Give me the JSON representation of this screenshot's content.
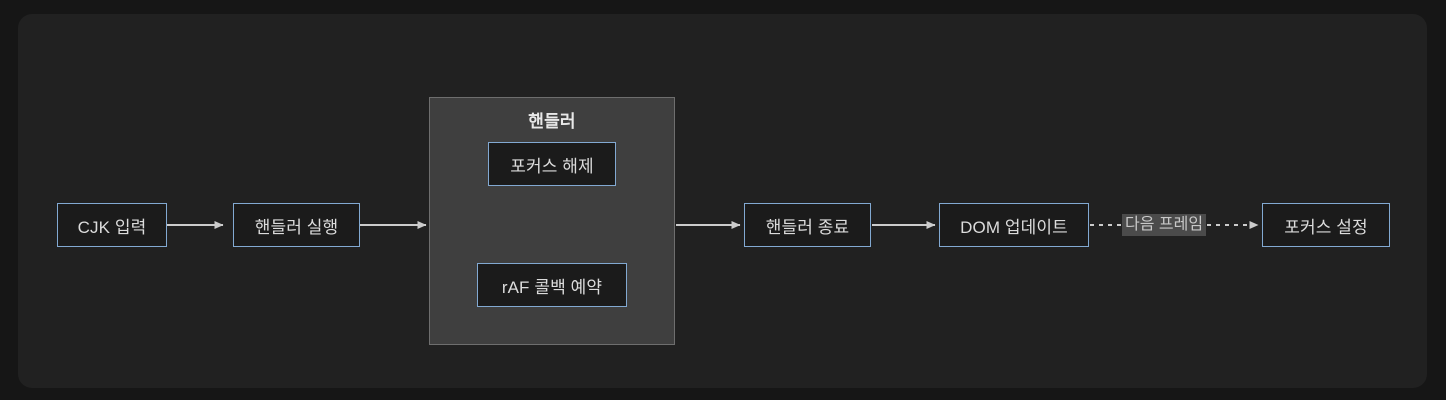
{
  "diagram": {
    "type": "flowchart",
    "direction": "left-to-right",
    "theme": {
      "page_background": "#161616",
      "panel_background": "#212121",
      "node_fill": "#1b1b1b",
      "node_border": "#82a9d2",
      "node_text": "#dcdcdc",
      "cluster_fill": "#3f3f3f",
      "cluster_border": "#6e6e6e",
      "cluster_title_text": "#e8e8e8",
      "edge_stroke": "#cccccc",
      "edge_label_fill": "#4b4b4b",
      "edge_label_text": "#c8c8c8"
    },
    "cluster": {
      "id": "handler-cluster",
      "title": "핸들러"
    },
    "nodes": [
      {
        "id": "cjk-input",
        "label": "CJK 입력"
      },
      {
        "id": "handler-run",
        "label": "핸들러 실행"
      },
      {
        "id": "focus-release",
        "label": "포커스 해제"
      },
      {
        "id": "raf-schedule",
        "label": "rAF 콜백 예약"
      },
      {
        "id": "handler-end",
        "label": "핸들러 종료"
      },
      {
        "id": "dom-update",
        "label": "DOM 업데이트"
      },
      {
        "id": "focus-set",
        "label": "포커스 설정"
      }
    ],
    "edges": [
      {
        "from": "cjk-input",
        "to": "handler-run",
        "style": "solid",
        "label": ""
      },
      {
        "from": "handler-run",
        "to": "handler-cluster",
        "style": "solid",
        "label": ""
      },
      {
        "from": "focus-release",
        "to": "raf-schedule",
        "style": "solid",
        "label": ""
      },
      {
        "from": "handler-cluster",
        "to": "handler-end",
        "style": "solid",
        "label": ""
      },
      {
        "from": "handler-end",
        "to": "dom-update",
        "style": "solid",
        "label": ""
      },
      {
        "from": "dom-update",
        "to": "focus-set",
        "style": "dotted",
        "label": "다음 프레임"
      }
    ]
  }
}
